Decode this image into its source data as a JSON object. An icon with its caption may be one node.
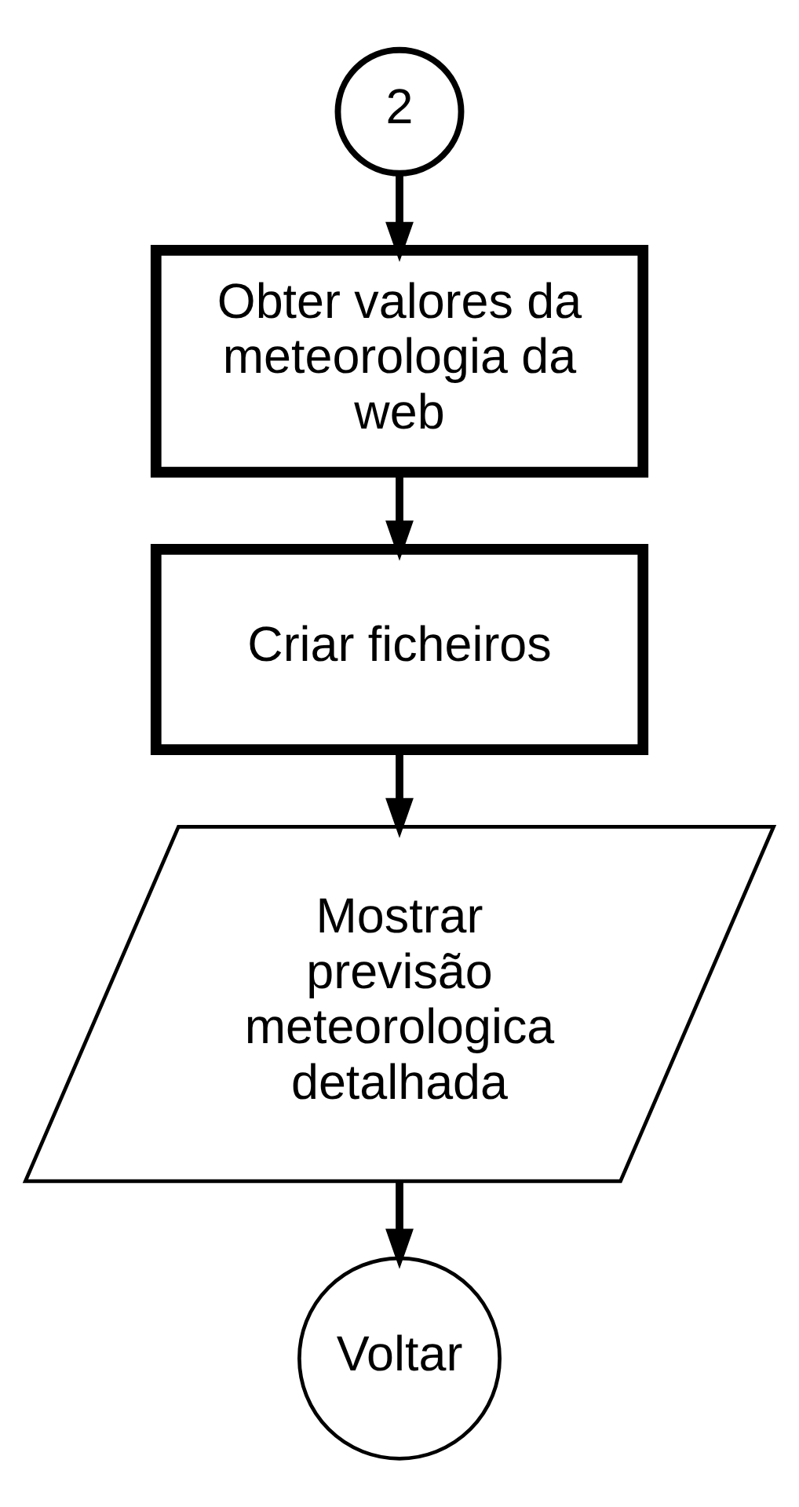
{
  "diagram": {
    "nodes": [
      {
        "text": [
          "2"
        ]
      },
      {
        "text": [
          "Obter valores da meteorologia da web"
        ]
      },
      {
        "text": [
          "Criar ficheiros"
        ]
      },
      {
        "text": [
          "Mostrar previsão meteorologica detalhada"
        ]
      },
      {
        "text": [
          "Voltar"
        ]
      }
    ],
    "edges": [
      {
        "from": 0,
        "to": 1,
        "arrow": "to"
      },
      {
        "from": 1,
        "to": 2,
        "arrow": "to"
      },
      {
        "from": 2,
        "to": 3,
        "arrow": "to"
      },
      {
        "from": 3,
        "to": 4,
        "arrow": "to"
      }
    ]
  }
}
